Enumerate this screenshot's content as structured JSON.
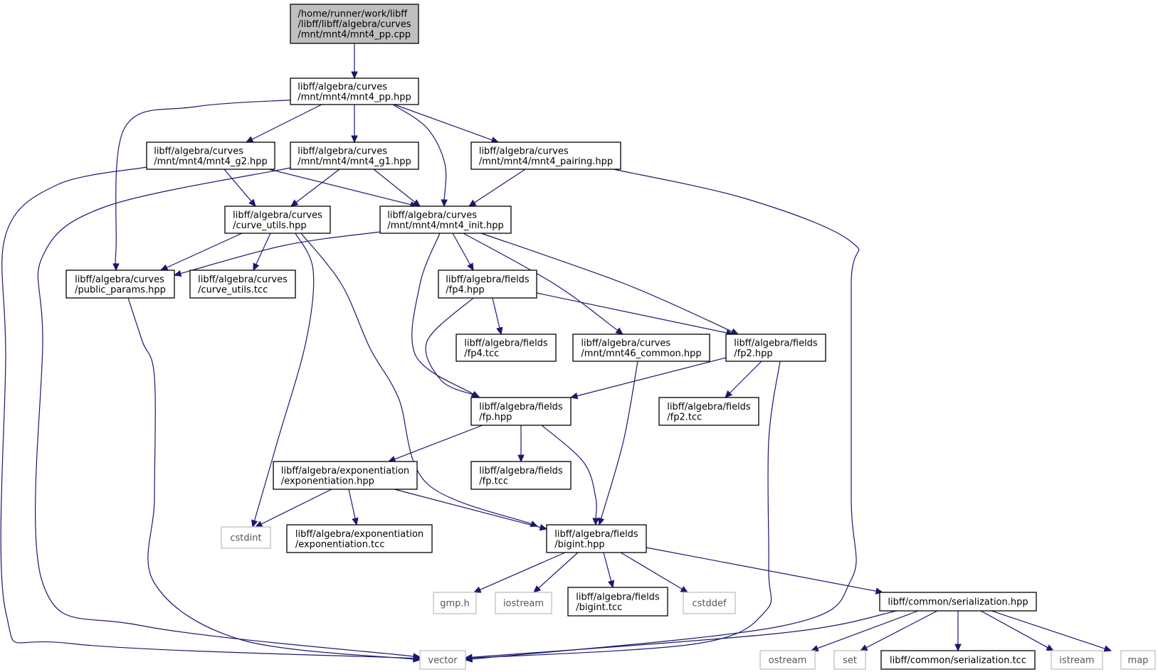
{
  "graph": {
    "nodes": [
      {
        "id": "root",
        "kind": "root",
        "lines": [
          "/home/runner/work/libff",
          "/libff/libff/algebra/curves",
          "/mnt/mnt4/mnt4_pp.cpp"
        ]
      },
      {
        "id": "pp_hpp",
        "kind": "file",
        "lines": [
          "libff/algebra/curves",
          "/mnt/mnt4/mnt4_pp.hpp"
        ]
      },
      {
        "id": "g2",
        "kind": "file",
        "lines": [
          "libff/algebra/curves",
          "/mnt/mnt4/mnt4_g2.hpp"
        ]
      },
      {
        "id": "g1",
        "kind": "file",
        "lines": [
          "libff/algebra/curves",
          "/mnt/mnt4/mnt4_g1.hpp"
        ]
      },
      {
        "id": "pairing",
        "kind": "file",
        "lines": [
          "libff/algebra/curves",
          "/mnt/mnt4/mnt4_pairing.hpp"
        ]
      },
      {
        "id": "curve_utils",
        "kind": "file",
        "lines": [
          "libff/algebra/curves",
          "/curve_utils.hpp"
        ]
      },
      {
        "id": "init",
        "kind": "file",
        "lines": [
          "libff/algebra/curves",
          "/mnt/mnt4/mnt4_init.hpp"
        ]
      },
      {
        "id": "public_params",
        "kind": "file",
        "lines": [
          "libff/algebra/curves",
          "/public_params.hpp"
        ]
      },
      {
        "id": "curve_utils_tcc",
        "kind": "file",
        "lines": [
          "libff/algebra/curves",
          "/curve_utils.tcc"
        ]
      },
      {
        "id": "fp4",
        "kind": "file",
        "lines": [
          "libff/algebra/fields",
          "/fp4.hpp"
        ]
      },
      {
        "id": "fp4_tcc",
        "kind": "file",
        "lines": [
          "libff/algebra/fields",
          "/fp4.tcc"
        ]
      },
      {
        "id": "mnt46_common",
        "kind": "file",
        "lines": [
          "libff/algebra/curves",
          "/mnt/mnt46_common.hpp"
        ]
      },
      {
        "id": "fp2",
        "kind": "file",
        "lines": [
          "libff/algebra/fields",
          "/fp2.hpp"
        ]
      },
      {
        "id": "fp",
        "kind": "file",
        "lines": [
          "libff/algebra/fields",
          "/fp.hpp"
        ]
      },
      {
        "id": "fp2_tcc",
        "kind": "file",
        "lines": [
          "libff/algebra/fields",
          "/fp2.tcc"
        ]
      },
      {
        "id": "exp",
        "kind": "file",
        "lines": [
          "libff/algebra/exponentiation",
          "/exponentiation.hpp"
        ]
      },
      {
        "id": "fp_tcc",
        "kind": "file",
        "lines": [
          "libff/algebra/fields",
          "/fp.tcc"
        ]
      },
      {
        "id": "cstdint",
        "kind": "system",
        "lines": [
          "cstdint"
        ]
      },
      {
        "id": "exp_tcc",
        "kind": "file",
        "lines": [
          "libff/algebra/exponentiation",
          "/exponentiation.tcc"
        ]
      },
      {
        "id": "bigint",
        "kind": "file",
        "lines": [
          "libff/algebra/fields",
          "/bigint.hpp"
        ]
      },
      {
        "id": "gmp",
        "kind": "system",
        "lines": [
          "gmp.h"
        ]
      },
      {
        "id": "iostream",
        "kind": "system",
        "lines": [
          "iostream"
        ]
      },
      {
        "id": "bigint_tcc",
        "kind": "file",
        "lines": [
          "libff/algebra/fields",
          "/bigint.tcc"
        ]
      },
      {
        "id": "cstddef",
        "kind": "system",
        "lines": [
          "cstddef"
        ]
      },
      {
        "id": "serialization",
        "kind": "file",
        "lines": [
          "libff/common/serialization.hpp"
        ]
      },
      {
        "id": "vector",
        "kind": "system",
        "lines": [
          "vector"
        ]
      },
      {
        "id": "ostream",
        "kind": "system",
        "lines": [
          "ostream"
        ]
      },
      {
        "id": "set",
        "kind": "system",
        "lines": [
          "set"
        ]
      },
      {
        "id": "serialization_tcc",
        "kind": "file",
        "lines": [
          "libff/common/serialization.tcc"
        ]
      },
      {
        "id": "istream",
        "kind": "system",
        "lines": [
          "istream"
        ]
      },
      {
        "id": "map",
        "kind": "system",
        "lines": [
          "map"
        ]
      }
    ],
    "edges": [
      [
        "root",
        "pp_hpp"
      ],
      [
        "pp_hpp",
        "public_params"
      ],
      [
        "pp_hpp",
        "g2"
      ],
      [
        "pp_hpp",
        "g1"
      ],
      [
        "pp_hpp",
        "init"
      ],
      [
        "pp_hpp",
        "pairing"
      ],
      [
        "g2",
        "vector"
      ],
      [
        "g2",
        "curve_utils"
      ],
      [
        "g2",
        "init"
      ],
      [
        "g1",
        "vector"
      ],
      [
        "g1",
        "curve_utils"
      ],
      [
        "g1",
        "init"
      ],
      [
        "pairing",
        "init"
      ],
      [
        "pairing",
        "vector"
      ],
      [
        "curve_utils",
        "public_params"
      ],
      [
        "curve_utils",
        "curve_utils_tcc"
      ],
      [
        "curve_utils",
        "cstdint"
      ],
      [
        "curve_utils",
        "bigint"
      ],
      [
        "init",
        "public_params"
      ],
      [
        "init",
        "fp"
      ],
      [
        "init",
        "fp4"
      ],
      [
        "init",
        "mnt46_common"
      ],
      [
        "init",
        "fp2"
      ],
      [
        "public_params",
        "vector"
      ],
      [
        "fp4",
        "fp4_tcc"
      ],
      [
        "fp4",
        "fp"
      ],
      [
        "fp4",
        "fp2"
      ],
      [
        "mnt46_common",
        "bigint"
      ],
      [
        "fp2",
        "fp"
      ],
      [
        "fp2",
        "fp2_tcc"
      ],
      [
        "fp2",
        "vector"
      ],
      [
        "fp",
        "exp"
      ],
      [
        "fp",
        "fp_tcc"
      ],
      [
        "fp",
        "bigint"
      ],
      [
        "exp",
        "cstdint"
      ],
      [
        "exp",
        "exp_tcc"
      ],
      [
        "exp",
        "bigint"
      ],
      [
        "bigint",
        "gmp"
      ],
      [
        "bigint",
        "iostream"
      ],
      [
        "bigint",
        "bigint_tcc"
      ],
      [
        "bigint",
        "cstddef"
      ],
      [
        "bigint",
        "serialization"
      ],
      [
        "serialization",
        "vector"
      ],
      [
        "serialization",
        "ostream"
      ],
      [
        "serialization",
        "set"
      ],
      [
        "serialization",
        "serialization_tcc"
      ],
      [
        "serialization",
        "istream"
      ],
      [
        "serialization",
        "map"
      ]
    ]
  },
  "colors": {
    "edge": "#191970",
    "file_border": "#000000",
    "system_border": "#bfbfbf",
    "root_fill": "#bfbfbf",
    "background": "#ffffff"
  }
}
